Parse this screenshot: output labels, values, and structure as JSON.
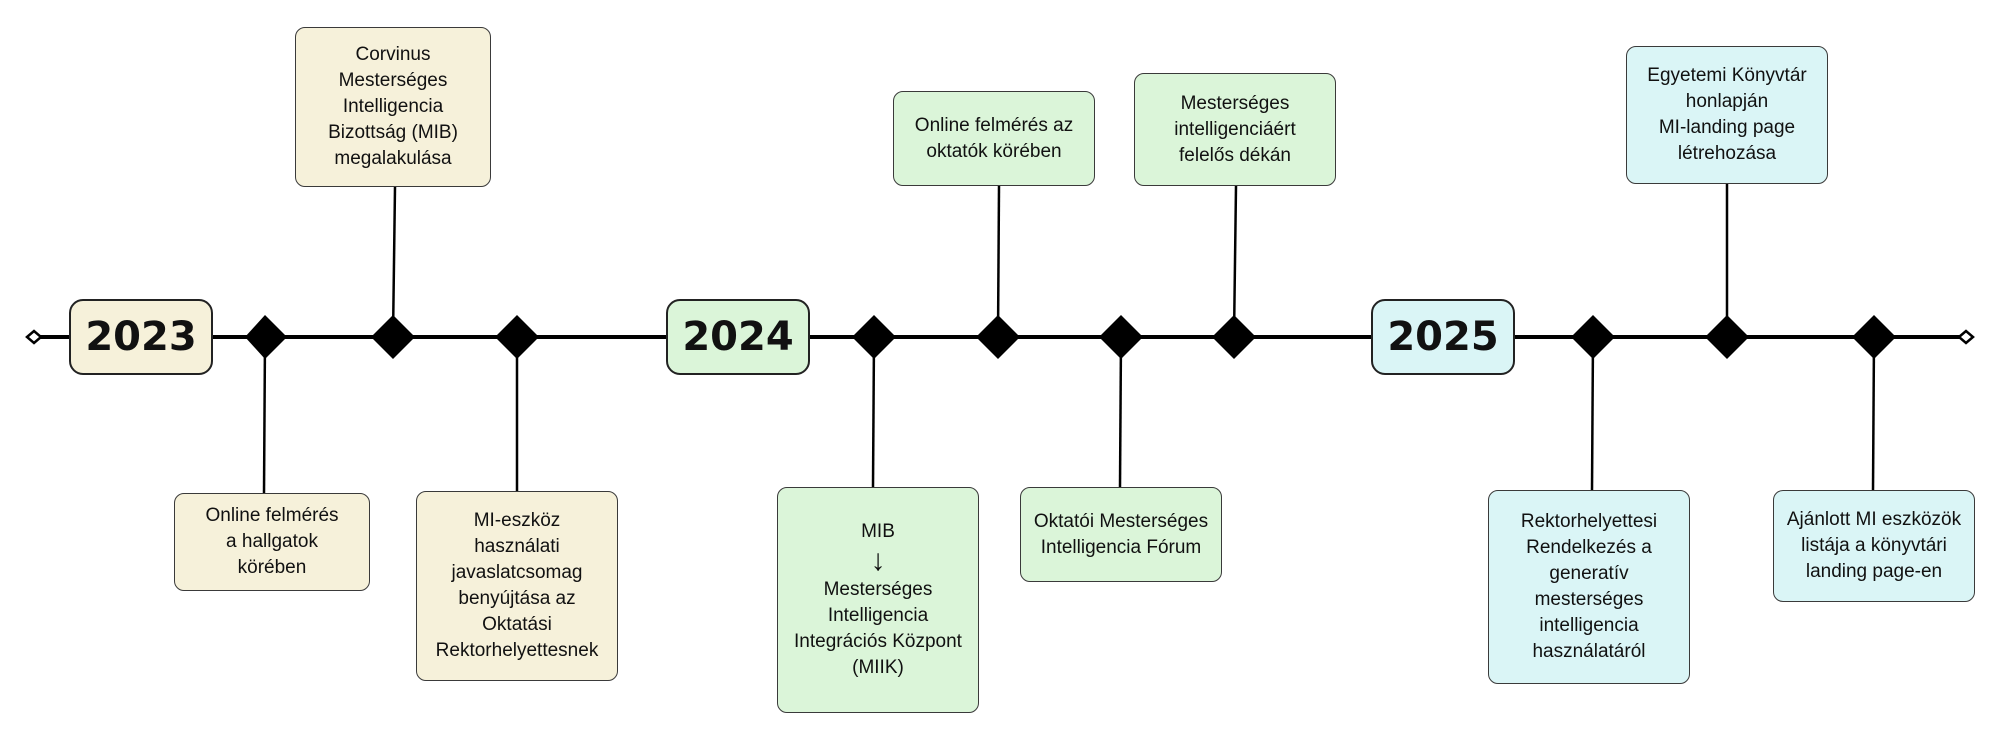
{
  "years": {
    "y2023": "2023",
    "y2024": "2024",
    "y2025": "2025"
  },
  "events": {
    "e1": {
      "text": "Online felmérés\na hallgatok\nkörében"
    },
    "e2": {
      "text": "Corvinus\nMesterséges\nIntelligencia\nBizottság (MIB)\nmegalakulása"
    },
    "e3": {
      "text": "MI-eszköz\nhasználati\njavaslatcsomag\nbenyújtása az\nOktatási\nRektorhelyettesnek"
    },
    "e4": {
      "top": "MIB",
      "bottom": "Mesterséges\nIntelligencia\nIntegrációs Központ\n(MIIK)"
    },
    "e5": {
      "text": "Online felmérés az\noktatók körében"
    },
    "e6": {
      "text": "Oktatói Mesterséges\nIntelligencia Fórum"
    },
    "e7": {
      "text": "Mesterséges\nintelligenciáért\nfelelős dékán"
    },
    "e8": {
      "text": "Rektorhelyettesi\nRendelkezés a\ngeneratív\nmesterséges\nintelligencia\nhasználatáról"
    },
    "e9": {
      "text": "Egyetemi Könyvtár\nhonlapján\nMI-landing page\nlétrehozása"
    },
    "e10": {
      "text": "Ajánlott MI eszközök\nlistája a könyvtári\nlanding page-en"
    }
  },
  "colors": {
    "y2023": "#f6f1da",
    "y2024": "#dbf5d9",
    "y2025": "#daf5f6",
    "line": "#000000"
  }
}
